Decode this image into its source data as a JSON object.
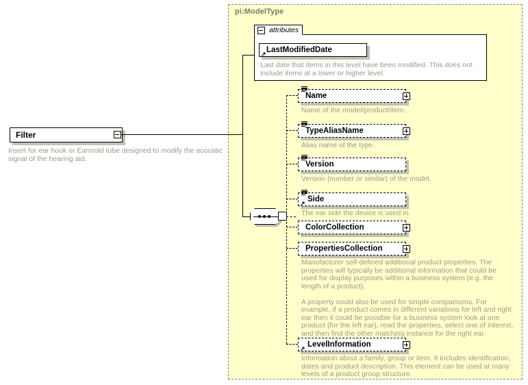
{
  "diagram": {
    "type_title": "pi:ModelType",
    "root": {
      "name": "Filter",
      "icon": "collapse-minus-icon",
      "description": "Insert for ear hook or Earmold tube designed to modify the acoustic signal of the hearing aid."
    },
    "attributes_group": {
      "label": "attributes",
      "toggle_icon": "collapse-minus-icon",
      "items": [
        {
          "name": "LastModifiedDate",
          "description": "Last date that items in this level have been modified. This does not include items at a lower or higher level.",
          "has_list_icon": false,
          "has_ref_arrow": true,
          "expandable": false
        }
      ]
    },
    "compositor": {
      "kind": "sequence",
      "icon": "sequence-dots-icon"
    },
    "elements": [
      {
        "name": "Name",
        "description": "Name of the model/product/item.",
        "has_list_icon": true,
        "has_ref_arrow": false,
        "expandable": true,
        "expand_icon": "expand-plus-icon"
      },
      {
        "name": "TypeAliasName",
        "description": "Alias name of the type.",
        "has_list_icon": true,
        "has_ref_arrow": false,
        "expandable": true,
        "expand_icon": "expand-plus-icon"
      },
      {
        "name": "Version",
        "description": "Version (number or similar) of the model.",
        "has_list_icon": true,
        "has_ref_arrow": false,
        "expandable": false
      },
      {
        "name": "Side",
        "description": "The ear side the device is used in.",
        "has_list_icon": true,
        "has_ref_arrow": true,
        "expandable": false
      },
      {
        "name": "ColorCollection",
        "description": "",
        "has_list_icon": false,
        "has_ref_arrow": false,
        "expandable": true,
        "expand_icon": "expand-plus-icon"
      },
      {
        "name": "PropertiesCollection",
        "description": "Manufacturer self-defined additional product properties.  The properties will typically be additional information that could be used for display purposes within a business system (e.g. the length of a product).\n\nA property could also be used for simple comparisons.  For example, if a product comes in different variations for left and right ear then it could be possible for a business system look at one product (for the left ear), read the properties, select one of interest, and then find the other matching instance for the right ear.",
        "has_list_icon": false,
        "has_ref_arrow": false,
        "expandable": true,
        "expand_icon": "expand-plus-icon"
      },
      {
        "name": "LevelInformation",
        "description": "Information about a family, group or item. It includes identification, dates and product description. This element can be used at many levels of a product group structure.",
        "has_list_icon": false,
        "has_ref_arrow": true,
        "expandable": true,
        "expand_icon": "expand-plus-icon"
      }
    ]
  },
  "colors": {
    "type_background": "#ffffcc",
    "node_background": "#ffffff",
    "border": "#000000",
    "description_text": "#9a9a8a",
    "title_text": "#7a7a68",
    "shadow": "#c0c0b4"
  }
}
